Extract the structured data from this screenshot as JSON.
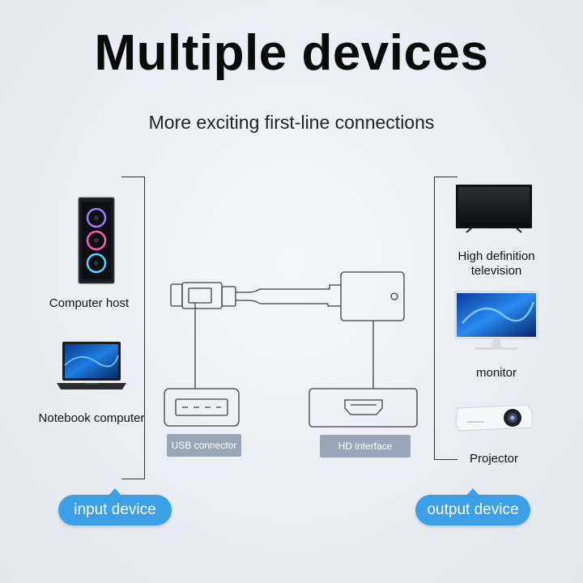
{
  "title": "Multiple devices",
  "subtitle": "More exciting first-line connections",
  "input_devices": [
    {
      "label": "Computer host",
      "icon": "desktop-tower-icon"
    },
    {
      "label": "Notebook computer",
      "icon": "laptop-icon"
    }
  ],
  "output_devices": [
    {
      "label": "High definition television",
      "line1": "High definition",
      "line2": "television",
      "icon": "tv-icon"
    },
    {
      "label": "monitor",
      "icon": "monitor-icon"
    },
    {
      "label": "Projector",
      "icon": "projector-icon"
    }
  ],
  "connectors": {
    "usb_label": "USB connector",
    "hd_label": "HD interface"
  },
  "buttons": {
    "input": "input device",
    "output": "output device"
  },
  "colors": {
    "accent": "#3d9fe6",
    "tag": "#9aa6b8",
    "background": "#eceff4"
  }
}
